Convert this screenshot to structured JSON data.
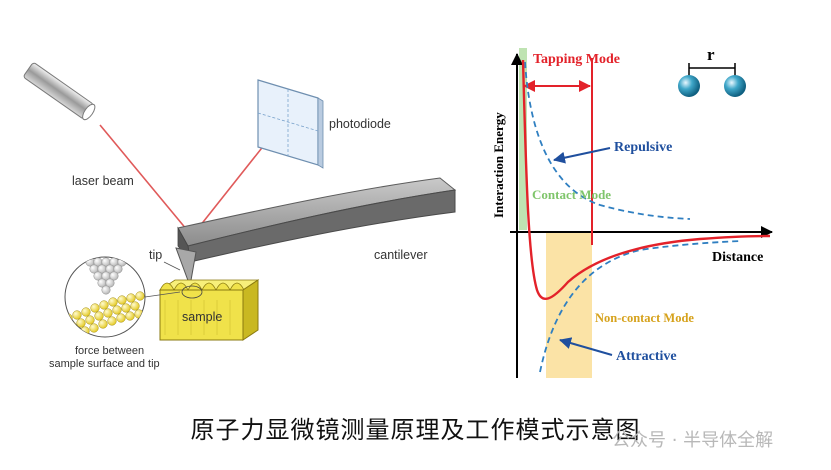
{
  "left_diagram": {
    "laser_label": "laser beam",
    "photodiode_label": "photodiode",
    "tip_label": "tip",
    "cantilever_label": "cantilever",
    "sample_label": "sample",
    "force_label_line1": "force between",
    "force_label_line2": "sample surface and tip"
  },
  "right_diagram": {
    "ylabel": "Interaction Energy",
    "xlabel": "Distance",
    "tapping_label": "Tapping Mode",
    "r_label": "r",
    "repulsive_label": "Repulsive",
    "contact_label": "Contact Mode",
    "noncontact_label": "Non-contact Mode",
    "attractive_label": "Attractive"
  },
  "colors": {
    "laser": "#e05a5a",
    "curve": "#e3222a",
    "dashed": "#2f7fc1",
    "tapping_text": "#e3222a",
    "annotation_blue": "#1f4f9e",
    "contact_green": "#7fc56b",
    "noncontact_yellow": "#d6a21c",
    "noncontact_band": "#fbe3a6",
    "sample_yellow": "#f0e24a"
  },
  "caption": "原子力显微镜测量原理及工作模式示意图",
  "watermark": "公众号 · 半导体全解"
}
